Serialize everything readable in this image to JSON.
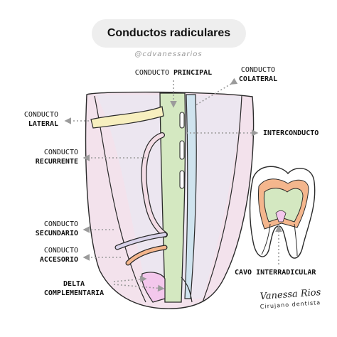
{
  "title": "Conductos radiculares",
  "handle": "@cdvanessarios",
  "labels": {
    "principal": {
      "line1": "CONDUCTO",
      "line2": "PRINCIPAL"
    },
    "colateral": {
      "line1": "CONDUCTO",
      "line2": "COLATERAL"
    },
    "lateral": {
      "line1": "CONDUCTO",
      "line2": "LATERAL"
    },
    "interconducto": {
      "line1": "INTERCONDUCTO"
    },
    "recurrente": {
      "line1": "CONDUCTO",
      "line2": "RECURRENTE"
    },
    "secundario": {
      "line1": "CONDUCTO",
      "line2": "SECUNDARIO"
    },
    "accesorio": {
      "line1": "CONDUCTO",
      "line2": "ACCESORIO"
    },
    "delta": {
      "line1": "DELTA",
      "line2": "COMPLEMENTARIA"
    },
    "cavo": {
      "line1": "CAVO INTERRADICULAR"
    }
  },
  "signature": {
    "name": "Vanessa Rios",
    "subtitle": "Cirujano dentista"
  },
  "colors": {
    "root_outer": "#f7e6e6",
    "dentin": "#eadcea",
    "canal_green": "#d4e8c1",
    "lateral_yellow": "#f7efbf",
    "collateral_blue": "#cfe3ee",
    "delta_pink": "#f3c7ec",
    "accessory_orange": "#f4b68d",
    "arrow_gray": "#9b9b9b",
    "outline": "#2a2a2a"
  }
}
